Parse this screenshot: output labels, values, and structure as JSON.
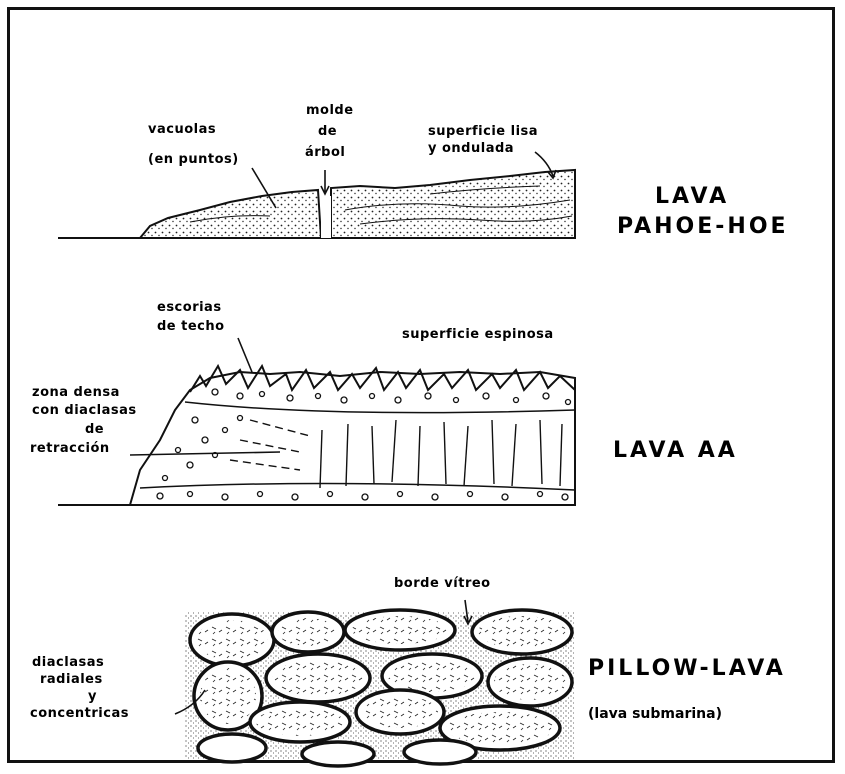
{
  "pahoehoe": {
    "title_line1": "LAVA",
    "title_line2": "PAHOE-HOE",
    "label_vacuolas_1": "vacuolas",
    "label_vacuolas_2": "(en puntos)",
    "label_molde_1": "molde",
    "label_molde_2": "de",
    "label_molde_3": "árbol",
    "label_superficie_1": "superficie lisa",
    "label_superficie_2": "y ondulada"
  },
  "aa": {
    "title": "LAVA  AA",
    "label_escorias_1": "escorias",
    "label_escorias_2": "de techo",
    "label_espinosa": "superficie espinosa",
    "label_zona_1": "zona densa",
    "label_zona_2": "con diaclasas",
    "label_zona_3": "de",
    "label_zona_4": "retracción"
  },
  "pillow": {
    "title": "PILLOW-LAVA",
    "subtitle": "(lava submarina)",
    "label_borde": "borde vítreo",
    "label_diaclasas_1": "diaclasas",
    "label_diaclasas_2": "radiales",
    "label_diaclasas_3": "y",
    "label_diaclasas_4": "concentricas"
  },
  "colors": {
    "ink": "#111111",
    "paper": "#ffffff"
  }
}
